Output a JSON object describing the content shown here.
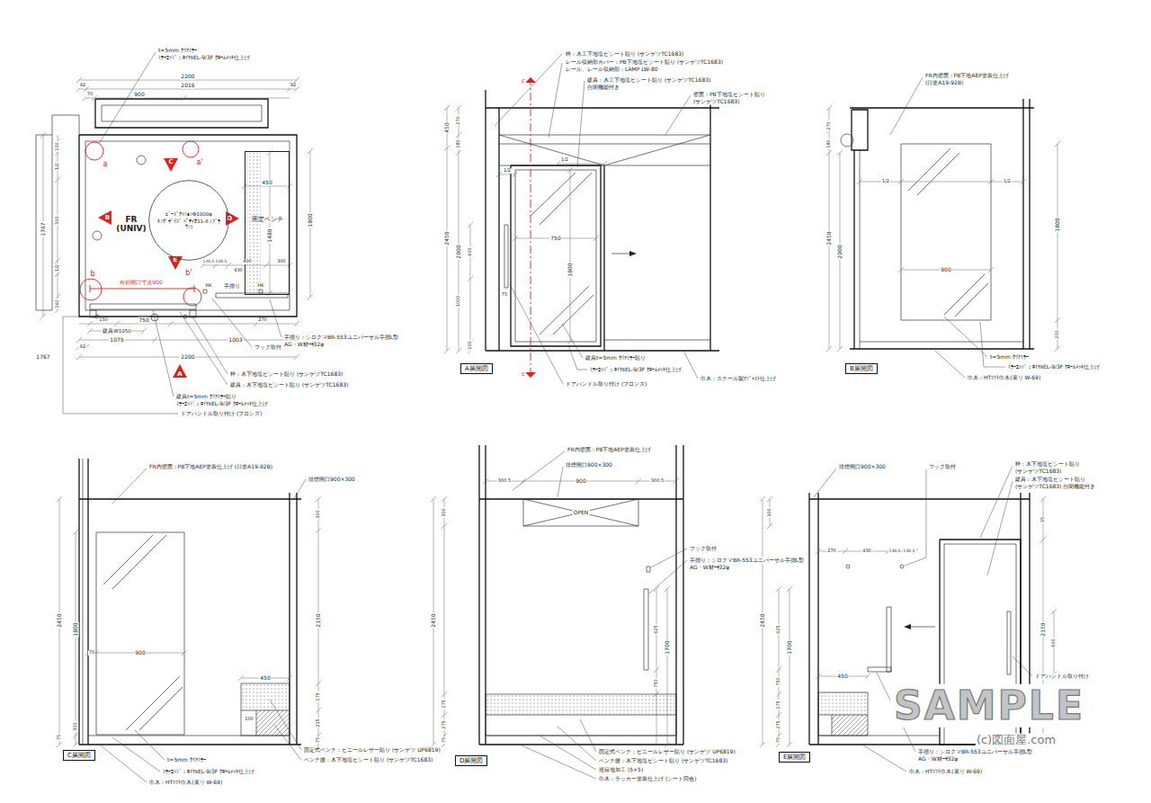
{
  "diagram": {
    "nodes": [
      {
        "text": [
          "C"
        ]
      },
      {
        "text": [
          "B"
        ]
      },
      {
        "text": [
          "D"
        ]
      },
      {
        "text": [
          "E"
        ]
      },
      {
        "text": [
          "ﾋﾞｰｽﾞｸｯｼｮﾝΦ1000φ",
          "ｷﾝｸﾞｻﾞｲｽﾞ ﾊﾟﾃｨｵ11-8 (ﾌﾞﾗｳﾝ)"
        ]
      },
      {
        "text": [
          "固定ベンチ"
        ]
      },
      {
        "text": [
          "A"
        ]
      },
      {
        "text": [
          "A展開図"
        ]
      },
      {
        "text": [
          "B展開図"
        ]
      },
      {
        "text": [
          "C展開図"
        ]
      },
      {
        "text": [
          "D展開図"
        ]
      },
      {
        "text": [
          "E展開図"
        ]
      }
    ],
    "labels": [
      "t=5mm ｸﾘｱﾐﾗｰ",
      "ﾐﾗｰｴｯｼﾞ：ﾛｲﾔﾙEL-9/3F ｸﾛｰﾑﾒｯｷ仕上げ",
      "2200",
      "92",
      "2016",
      "92",
      "70",
      "900",
      "FR (UNIV)",
      "450",
      "1480",
      "1800",
      "1767",
      "100",
      "1/2",
      "500",
      "1/2",
      "160",
      "有効開口寸法900",
      "120.5",
      "120.5",
      "400",
      "300",
      "430",
      "HK",
      "手摺り",
      "HK",
      "150",
      "750",
      "270",
      "建具W1050",
      "1075",
      "1003",
      "92",
      "2200",
      "1767",
      "フック取付",
      "手摺り：シロクマBR-553ユニバーサル手摺L型",
      "AG・W材ｰｻ32φ",
      "枠：木下地塩ビシート貼り (サンゲツTC1683)",
      "建具：木下地塩ビシート貼り (サンゲツTC1683)",
      "建具t=5mm ｸﾘｱﾐﾗｰ貼り",
      "ﾐﾗｰｴｯｼﾞ：ﾛｲﾔﾙEL-9/3F ｸﾛｰﾑﾒｯｷ仕上げ",
      "ドアハンドル取り付け (ブロンズ)",
      "a",
      "a'",
      "b",
      "b'",
      "枠：木工下地塩ビシート貼り (サンゲツTC1683)",
      "レール収納部カバー：PB下地塩ビシート貼り (サンゲツTC1683)",
      "レール、レール収納部：LAMP LW-80",
      "建具：木工下地塩ビシート貼り (サンゲツTC1683)",
      "自閉機能付き",
      "壁面：PB下地塩ビシート貼り",
      "(サンゲツTC1683)",
      "450",
      "270",
      "180",
      "2450",
      "2000",
      "600",
      "1000",
      "100",
      "1/2",
      "1/2",
      "750",
      "1800",
      "75",
      "c",
      "c",
      "建具t=5mm ｸﾘｱﾐﾗｰ貼り",
      "ﾐﾗｰｴｯｼﾞ：ﾛｲﾔﾙEL-9/3F ｸﾛｰﾑﾒｯｷ仕上げ",
      "ドアハンドル取り付け (ブロンズ)",
      "巾木：スチール製ｱｼﾞｬｽﾄ仕上げ",
      "FR内壁面：PB下地AEP塗装仕上げ",
      "(日塗A19-92B)",
      "270",
      "180",
      "2450",
      "2000",
      "1/2",
      "1/2",
      "900",
      "1800",
      "200",
      "t=5mm ｸﾘｱﾐﾗｰ",
      "ﾐﾗｰｴｯｼﾞ：ﾛｲﾔﾙEL-9/3F ｸﾛｰﾑﾒｯｷ仕上げ",
      "巾木：HTｿﾌﾄ巾木(東リ W-69)",
      "FR内壁面：PB下地AEP塗装仕上げ (日塗A19-92B)",
      "排煙開口900×300",
      "2450",
      "1800",
      "300",
      "75",
      "300",
      "2150",
      "175",
      "215",
      "75",
      "70",
      "900",
      "450",
      "100",
      "t=5mm ｸﾘｱﾐﾗｰ",
      "ﾐﾗｰｴｯｼﾞ：ﾛｲﾔﾙEL-9/3F ｸﾛｰﾑﾒｯｷ仕上げ",
      "巾木：HTｿﾌﾄ巾木(東リ W-69)",
      "固定式ベンチ：ビニールレザー貼り (サンゲツ UP6819)",
      "ベンチ腰：木下地塩ビシート貼り (サンゲツTC1683)",
      "FR内壁面：PB下地AEP塗装仕上げ",
      "排煙開口900×300",
      "300.5",
      "900",
      "300.5",
      "OPEN",
      "2450",
      "300",
      "175",
      "275",
      "75",
      "1700",
      "625",
      "750",
      "フック取付",
      "手摺り：シロクマBR-553ユニバーサル手摺L型",
      "AG・W材ｰｻ32φ",
      "固定式ベンチ：ビニールレザー貼り (サンゲツ UP6819)",
      "ベンチ腰：木下地塩ビシート貼り (サンゲツTC1683)",
      "巡目地加工 (5×5)",
      "巾木：ラッカー塗装仕上げ (シート同色)",
      "排煙開口900×300",
      "フック取付",
      "枠：木下地塩ビシート貼り",
      "(サンゲツTC1683)",
      "建具：木下地塩ビシート貼り",
      "(サンゲツTC1683) 自閉機能付き",
      "300",
      "2450",
      "625",
      "1700",
      "750",
      "175",
      "275",
      "75",
      "270",
      "430",
      "130.5",
      "130.5",
      "450",
      "35",
      "2150",
      "600",
      "ドアハンドル取り付け",
      "手摺り：シロクマBR-553ユニバーサル手摺L型",
      "AG・W材ｰｻ32φ",
      "巾木：HTｿﾌﾄ巾木(東リ W-69)",
      "SAMPLE",
      "(c)図面屋.com"
    ]
  }
}
